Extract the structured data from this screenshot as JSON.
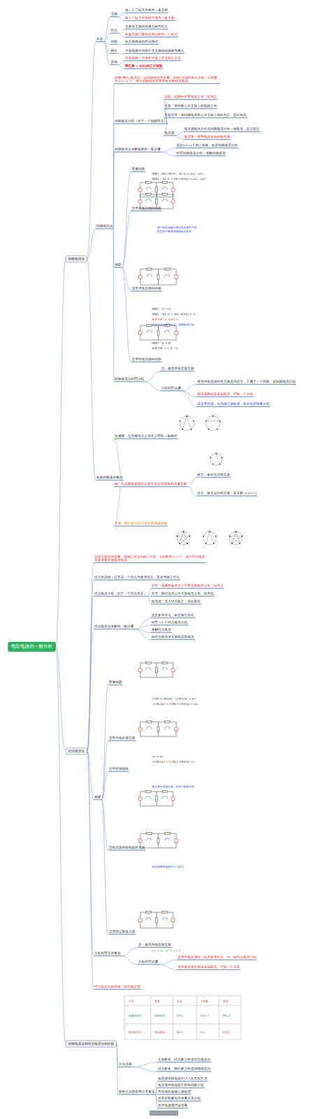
{
  "diagram": {
    "nodes": [
      {
        "text": [
          "电阻电路的一般分析"
        ]
      },
      {
        "text": [
          "回路电流法"
        ]
      },
      {
        "text": [
          "术语"
        ]
      },
      {
        "text": [
          "支路"
        ]
      },
      {
        "text": [
          "每一个二端元件称为一条支路"
        ]
      },
      {
        "text": [
          "多个二端元件串联可视为一条支路"
        ]
      },
      {
        "text": [
          "结点"
        ]
      },
      {
        "text": [
          "支路与支路的连接点称为结点"
        ]
      },
      {
        "text": [
          "多条支路汇聚的连接点称为一个结点"
        ]
      },
      {
        "text": [
          "回路"
        ]
      },
      {
        "text": [
          "由支路构成的闭合路径"
        ]
      },
      {
        "text": [
          "网孔"
        ]
      },
      {
        "text": [
          "平面电路中内部不含支路的回路称为网孔"
        ]
      },
      {
        "text": [
          "其他"
        ]
      },
      {
        "text": [
          "平面电路：可画在平面上且支路不交叉"
        ]
      },
      {
        "text": [
          "网孔数 = KVL独立方程数"
        ]
      },
      {
        "text": [
          "回路电流法"
        ]
      },
      {
        "text": [
          "回路(网孔)电流法：以回路电流为变量，对独立回路列KVL方程，方程数为 b-n+1 个，求出回路电流后再求各支路电压电流。"
        ]
      },
      {
        "text": [
          "回路电流方程（对于一个回路而言）"
        ]
      },
      {
        "text": [
          "自阻：回路中所有电阻之和，恒为正"
        ]
      },
      {
        "text": [
          "互阻：两回路公共支路上的电阻之和"
        ]
      },
      {
        "text": [
          "互阻符号：两回路电流在公共支路上同向为正，反向为负"
        ]
      },
      {
        "text": [
          "电压源"
        ]
      },
      {
        "text": [
          "电压源电压方向与回路电流方向一致取负，反之取正"
        ]
      },
      {
        "text": [
          "电流源：视为电压未知的电压源"
        ]
      },
      {
        "text": [
          "回路电流法求解电路的一般步骤"
        ]
      },
      {
        "text": [
          "选定b-n+1个独立回路，标定回路电流方向"
        ]
      },
      {
        "text": [
          "列写回路电流方程，求解回路电流"
        ]
      },
      {
        "text": [
          "例题"
        ]
      },
      {
        "text": [
          "普通回路"
        ]
      },
      {
        "text": [
          "含受控电压源的回路"
        ]
      },
      {
        "text": [
          "含无伴电流源的回路"
        ]
      },
      {
        "text": [
          "含受控电流源的回路"
        ]
      },
      {
        "text": [
          "回路电流法列写方程"
        ]
      },
      {
        "text": [
          "含一条无伴电流源支路"
        ]
      },
      {
        "text": [
          "方程列写步骤"
        ]
      },
      {
        "text": [
          "将无伴电流源所在支路选为连支，只属于一个回路，该回路电流已知"
        ]
      },
      {
        "text": [
          "电流源两端设未知电压，增加一个方程"
        ]
      },
      {
        "text": [
          "若含受控源，先当独立源处理，再补充控制量方程"
        ]
      },
      {
        "text": [
          "电路的图基本概念"
        ]
      },
      {
        "text": [
          "连通图：任意两结点之间至少存在一条路径"
        ]
      },
      {
        "text": [
          "树：包含图的全部结点且不含任何回路的连通子图"
        ]
      },
      {
        "text": [
          "树支：树中包含的支路"
        ]
      },
      {
        "text": [
          "连支：树支以外的支路，连支数 = b-n+1"
        ]
      },
      {
        "text": [
          "子图：图中部分结点与支路构成的图"
        ]
      },
      {
        "text": [
          "结点电压法"
        ]
      },
      {
        "text": [
          "以结点电压为变量，对独立结点列KCL方程，方程数为 n-1 个，求出结点电压后再求各支路电压电流。"
        ]
      },
      {
        "text": [
          "结点的选择：任意选一个结点为参考结点，其余为独立结点"
        ]
      },
      {
        "text": [
          "结点电压方程（对于一个结点而言）"
        ]
      },
      {
        "text": [
          "自导：连接在该结点上所有支路电导之和，恒为正"
        ]
      },
      {
        "text": [
          "互导：两结点间公共支路电导之和，恒为负"
        ]
      },
      {
        "text": [
          "电流源：流入结点取正，流出取负"
        ]
      },
      {
        "text": [
          "结点电压法求解的一般步骤"
        ]
      },
      {
        "text": [
          "选定参考结点，标定独立结点"
        ]
      },
      {
        "text": [
          "列写 n-1 个结点电压方程"
        ]
      },
      {
        "text": [
          "求解结点电压"
        ]
      },
      {
        "text": [
          "由结点电压求支路电压和电流"
        ]
      },
      {
        "text": [
          "例题"
        ]
      },
      {
        "text": [
          "普通例题"
        ]
      },
      {
        "text": [
          "含无伴电压源支路"
        ]
      },
      {
        "text": [
          "含受控源电路"
        ]
      },
      {
        "text": [
          "含电流源串联电阻的支路"
        ]
      },
      {
        "text": [
          "含理想运算放大器"
        ]
      },
      {
        "text": [
          "方程列写注意事项"
        ]
      },
      {
        "text": [
          "含一条无伴电压源支路"
        ]
      },
      {
        "text": [
          "方程列写步骤"
        ]
      },
      {
        "text": [
          "选无伴电压源的一端为参考结点，另一端结点电压已知"
        ]
      },
      {
        "text": [
          "无伴电压源支路设未知电流，增加一个方程"
        ]
      },
      {
        "text": [
          "结点电压法的特例：弥尔曼定理"
        ]
      },
      {
        "text": [
          "回路电流法和结点电压法的比较"
        ]
      },
      {
        "text": [
          "方法选择"
        ]
      },
      {
        "text": [
          "支路数多、结点数少时选结点电压法"
        ]
      },
      {
        "text": [
          "结点数多、网孔数少时选回路电流法"
        ]
      },
      {
        "text": [
          "两种方法的使用注意事项"
        ]
      },
      {
        "text": [
          "电流源串联电阻不计入自导和互导"
        ]
      },
      {
        "text": [
          "电压源并联电阻不影响回路方程"
        ]
      },
      {
        "text": [
          "受控源先按独立源处理"
        ]
      },
      {
        "text": [
          "补充控制量与待求量关系方程"
        ]
      },
      {
        "text": [
          "无伴电源需增设变量"
        ]
      }
    ],
    "edges": [
      {
        "from": 0,
        "to": 1,
        "arrow": "none"
      },
      {
        "from": 1,
        "to": 2,
        "arrow": "none"
      },
      {
        "from": 2,
        "to": 3,
        "arrow": "none"
      },
      {
        "from": 3,
        "to": 4,
        "arrow": "none"
      },
      {
        "from": 3,
        "to": 5,
        "arrow": "none"
      },
      {
        "from": 2,
        "to": 6,
        "arrow": "none"
      },
      {
        "from": 6,
        "to": 7,
        "arrow": "none"
      },
      {
        "from": 6,
        "to": 8,
        "arrow": "none"
      },
      {
        "from": 2,
        "to": 9,
        "arrow": "none"
      },
      {
        "from": 9,
        "to": 10,
        "arrow": "none"
      },
      {
        "from": 2,
        "to": 11,
        "arrow": "none"
      },
      {
        "from": 11,
        "to": 12,
        "arrow": "none"
      },
      {
        "from": 2,
        "to": 13,
        "arrow": "none"
      },
      {
        "from": 13,
        "to": 14,
        "arrow": "none"
      },
      {
        "from": 13,
        "to": 15,
        "arrow": "none"
      },
      {
        "from": 1,
        "to": 16,
        "arrow": "none"
      },
      {
        "from": 16,
        "to": 17,
        "arrow": "none"
      },
      {
        "from": 16,
        "to": 18,
        "arrow": "none"
      },
      {
        "from": 18,
        "to": 19,
        "arrow": "none"
      },
      {
        "from": 18,
        "to": 20,
        "arrow": "none"
      },
      {
        "from": 18,
        "to": 21,
        "arrow": "none"
      },
      {
        "from": 18,
        "to": 22,
        "arrow": "none"
      },
      {
        "from": 22,
        "to": 23,
        "arrow": "none"
      },
      {
        "from": 22,
        "to": 24,
        "arrow": "none"
      },
      {
        "from": 16,
        "to": 25,
        "arrow": "none"
      },
      {
        "from": 25,
        "to": 26,
        "arrow": "none"
      },
      {
        "from": 25,
        "to": 27,
        "arrow": "none"
      },
      {
        "from": 16,
        "to": 28,
        "arrow": "none"
      },
      {
        "from": 28,
        "to": 29,
        "arrow": "none"
      },
      {
        "from": 28,
        "to": 30,
        "arrow": "none"
      },
      {
        "from": 28,
        "to": 31,
        "arrow": "none"
      },
      {
        "from": 28,
        "to": 32,
        "arrow": "none"
      },
      {
        "from": 16,
        "to": 33,
        "arrow": "none"
      },
      {
        "from": 33,
        "to": 34,
        "arrow": "none"
      },
      {
        "from": 33,
        "to": 35,
        "arrow": "none"
      },
      {
        "from": 35,
        "to": 36,
        "arrow": "none"
      },
      {
        "from": 35,
        "to": 37,
        "arrow": "none"
      },
      {
        "from": 35,
        "to": 38,
        "arrow": "none"
      },
      {
        "from": 1,
        "to": 39,
        "arrow": "none"
      },
      {
        "from": 39,
        "to": 40,
        "arrow": "none"
      },
      {
        "from": 39,
        "to": 41,
        "arrow": "none"
      },
      {
        "from": 41,
        "to": 42,
        "arrow": "none"
      },
      {
        "from": 41,
        "to": 43,
        "arrow": "none"
      },
      {
        "from": 39,
        "to": 44,
        "arrow": "none"
      },
      {
        "from": 0,
        "to": 45,
        "arrow": "none"
      },
      {
        "from": 45,
        "to": 46,
        "arrow": "none"
      },
      {
        "from": 45,
        "to": 47,
        "arrow": "none"
      },
      {
        "from": 45,
        "to": 48,
        "arrow": "none"
      },
      {
        "from": 48,
        "to": 49,
        "arrow": "none"
      },
      {
        "from": 48,
        "to": 50,
        "arrow": "none"
      },
      {
        "from": 48,
        "to": 51,
        "arrow": "none"
      },
      {
        "from": 45,
        "to": 52,
        "arrow": "none"
      },
      {
        "from": 52,
        "to": 53,
        "arrow": "none"
      },
      {
        "from": 52,
        "to": 54,
        "arrow": "none"
      },
      {
        "from": 52,
        "to": 55,
        "arrow": "none"
      },
      {
        "from": 52,
        "to": 56,
        "arrow": "none"
      },
      {
        "from": 45,
        "to": 57,
        "arrow": "none"
      },
      {
        "from": 57,
        "to": 58,
        "arrow": "none"
      },
      {
        "from": 57,
        "to": 59,
        "arrow": "none"
      },
      {
        "from": 57,
        "to": 60,
        "arrow": "none"
      },
      {
        "from": 57,
        "to": 61,
        "arrow": "none"
      },
      {
        "from": 57,
        "to": 62,
        "arrow": "none"
      },
      {
        "from": 45,
        "to": 63,
        "arrow": "none"
      },
      {
        "from": 63,
        "to": 64,
        "arrow": "none"
      },
      {
        "from": 63,
        "to": 65,
        "arrow": "none"
      },
      {
        "from": 65,
        "to": 66,
        "arrow": "none"
      },
      {
        "from": 65,
        "to": 67,
        "arrow": "none"
      },
      {
        "from": 45,
        "to": 68,
        "arrow": "none"
      },
      {
        "from": 0,
        "to": 69,
        "arrow": "none"
      },
      {
        "from": 69,
        "to": 70,
        "arrow": "none"
      },
      {
        "from": 70,
        "to": 71,
        "arrow": "none"
      },
      {
        "from": 70,
        "to": 72,
        "arrow": "none"
      },
      {
        "from": 69,
        "to": 73,
        "arrow": "none"
      },
      {
        "from": 73,
        "to": 74,
        "arrow": "none"
      },
      {
        "from": 73,
        "to": 75,
        "arrow": "none"
      },
      {
        "from": 73,
        "to": 76,
        "arrow": "none"
      },
      {
        "from": 73,
        "to": 77,
        "arrow": "none"
      },
      {
        "from": 73,
        "to": 78,
        "arrow": "none"
      }
    ],
    "labels": [
      "回路1：(R1+R2)i1 - R2 i2 = us1 - us2",
      "回路2：-R2 i1 + (R2+R3)i2 = us2 - us3",
      "受控电压源看作独立电压源列方程，",
      "然后将控制量用回路电流表示",
      "回路1：i1 = is",
      "回路2：-R2 i1 + (R2+R3)i2 = -u",
      "补充方程：u = R1 i1",
      "选电流源支路为连支，回路电流已知",
      "回路1：i1 = βi",
      "补充方程：i = i2 - i1",
      "(1/R1+1/R2)u1 - (1/R2)u2 = is1",
      "-(1/R2)u1 + (1/R2+1/R3)u2 = is2",
      "u1 = us",
      "-(1/R2)u1 + (1/R2+1/R3)u2 = i",
      "受控源先当独立源，补充控制量方程",
      "电流源串联电阻不计入电导",
      "u+ = u-，i+ = i- = 0",
      "方法",
      "变量",
      "依据",
      "方程数",
      "适用",
      "回路电流法",
      "回路电流",
      "KVL",
      "b-n+1",
      "网孔少",
      "结点电压法",
      "结点电压",
      "KCL",
      "n-1",
      "结点少"
    ]
  }
}
